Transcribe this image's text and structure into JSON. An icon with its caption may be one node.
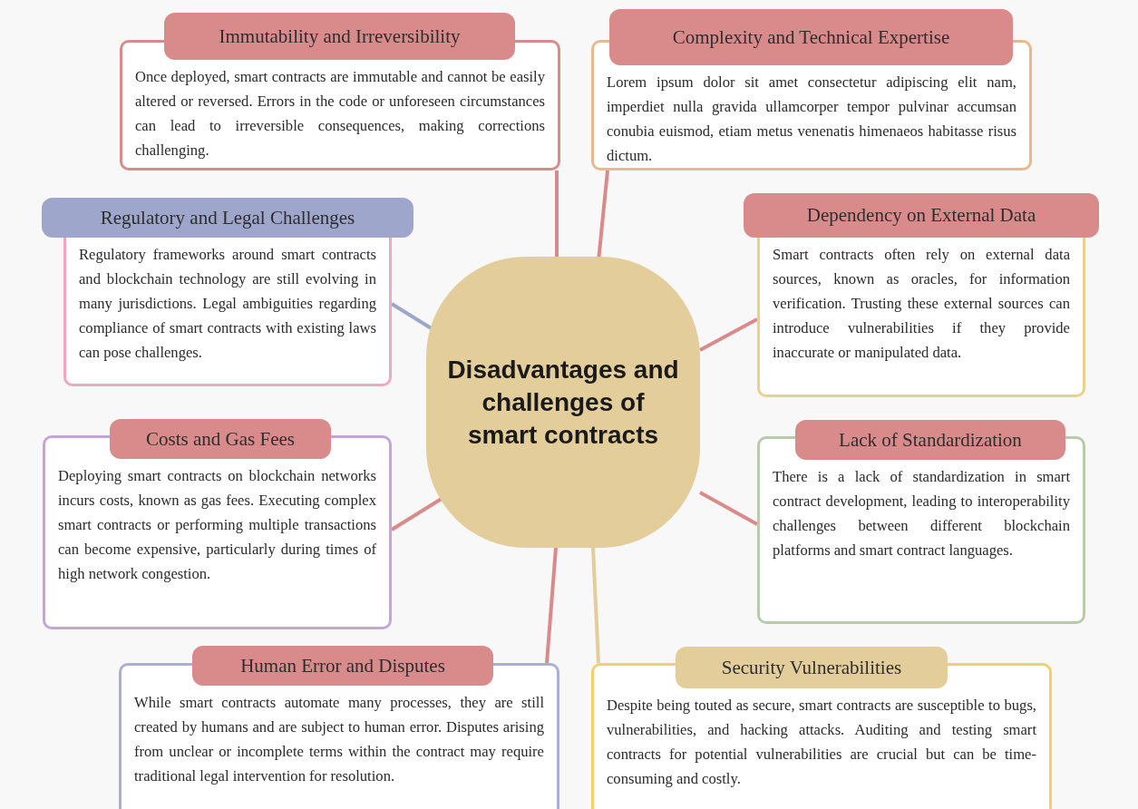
{
  "diagram": {
    "nodes": [
      {
        "text": [
          "Immutability and Irreversibility",
          "Once deployed, smart contracts are immutable and cannot be easily altered or reversed. Errors in the code or unforeseen circumstances can lead to irreversible consequences, making corrections challenging."
        ]
      },
      {
        "text": [
          "Complexity and Technical Expertise",
          "Lorem ipsum dolor sit amet consectetur adipiscing elit nam, imperdiet nulla gravida ullamcorper tempor pulvinar accumsan conubia euismod, etiam metus venenatis himenaeos habitasse risus dictum."
        ]
      },
      {
        "text": [
          "Regulatory and Legal Challenges",
          "Regulatory frameworks around smart contracts and blockchain technology are still evolving in many jurisdictions. Legal ambiguities regarding compliance of smart contracts with existing laws can pose challenges."
        ]
      },
      {
        "text": [
          "Disadvantages and challenges of smart contracts"
        ]
      },
      {
        "text": [
          "Dependency on External Data",
          "Smart contracts often rely on external data sources, known as oracles, for information verification. Trusting these external sources can introduce vulnerabilities if they provide inaccurate or manipulated data."
        ]
      },
      {
        "text": [
          "Costs and Gas Fees",
          "Deploying smart contracts on blockchain networks incurs costs, known as gas fees. Executing complex smart contracts or performing multiple transactions can become expensive, particularly during times of high network congestion."
        ]
      },
      {
        "text": [
          "Lack of Standardization",
          "There is a lack of standardization in smart contract development, leading to interoperability challenges between different blockchain platforms and smart contract languages."
        ]
      },
      {
        "text": [
          "Human Error and Disputes",
          "While smart contracts automate many processes, they are still created by humans and are subject to human error. Disputes arising from unclear or incomplete terms within the contract may require traditional legal intervention for resolution."
        ]
      },
      {
        "text": [
          "Security Vulnerabilities",
          "Despite being touted as secure, smart contracts are susceptible to bugs, vulnerabilities, and hacking attacks. Auditing and testing smart contracts for potential vulnerabilities are crucial but can be time-consuming and costly."
        ]
      }
    ],
    "edges": [
      {
        "from": 3,
        "to": 0,
        "arrow": "none"
      },
      {
        "from": 3,
        "to": 1,
        "arrow": "none"
      },
      {
        "from": 3,
        "to": 2,
        "arrow": "none",
        "color": "#9fa6cc"
      },
      {
        "from": 3,
        "to": 4,
        "arrow": "none"
      },
      {
        "from": 3,
        "to": 5,
        "arrow": "none"
      },
      {
        "from": 3,
        "to": 6,
        "arrow": "none"
      },
      {
        "from": 3,
        "to": 7,
        "arrow": "none"
      },
      {
        "from": 3,
        "to": 8,
        "arrow": "none",
        "color": "#e3cd9a"
      }
    ]
  }
}
